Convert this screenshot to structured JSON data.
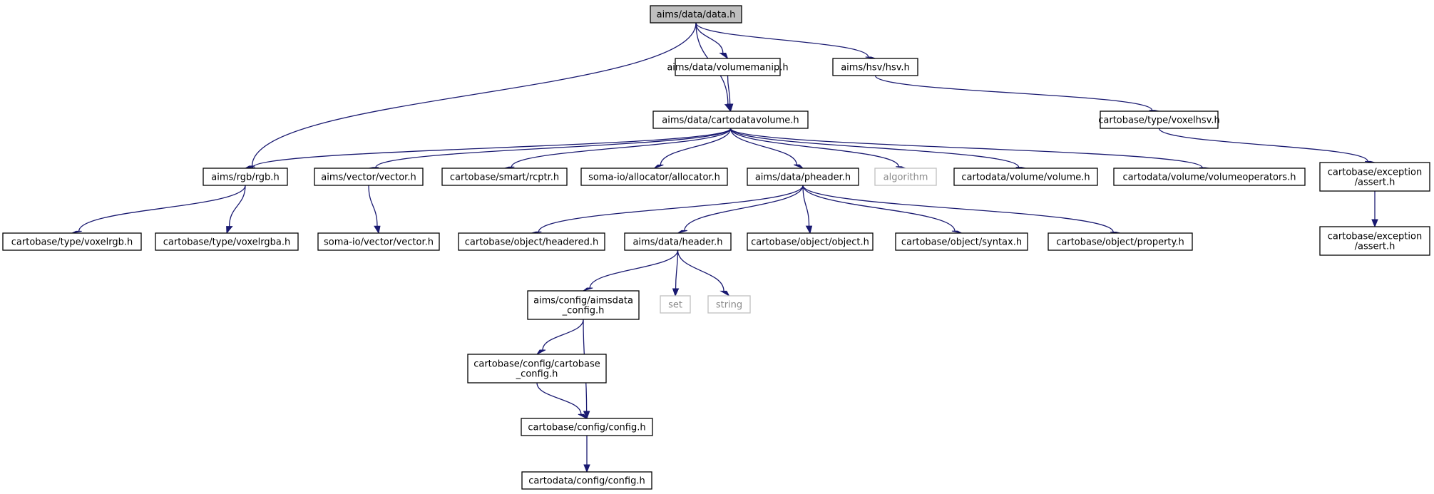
{
  "colors": {
    "edge": "#191970",
    "root_fill": "#bfbfbf",
    "node_border": "#000000",
    "external_border": "#bfbfbf",
    "external_text": "#8a8a8a"
  },
  "nodes": [
    {
      "id": "data_h",
      "lines": [
        "aims/data/data.h"
      ],
      "kind": "root"
    },
    {
      "id": "volumemanip",
      "lines": [
        "aims/data/volumemanip.h"
      ],
      "kind": "normal"
    },
    {
      "id": "hsv",
      "lines": [
        "aims/hsv/hsv.h"
      ],
      "kind": "normal"
    },
    {
      "id": "cartodatavolume",
      "lines": [
        "aims/data/cartodatavolume.h"
      ],
      "kind": "normal"
    },
    {
      "id": "voxelhsv",
      "lines": [
        "cartobase/type/voxelhsv.h"
      ],
      "kind": "normal"
    },
    {
      "id": "rgb",
      "lines": [
        "aims/rgb/rgb.h"
      ],
      "kind": "normal"
    },
    {
      "id": "aimsvector",
      "lines": [
        "aims/vector/vector.h"
      ],
      "kind": "normal"
    },
    {
      "id": "rcptr",
      "lines": [
        "cartobase/smart/rcptr.h"
      ],
      "kind": "normal"
    },
    {
      "id": "allocator",
      "lines": [
        "soma-io/allocator/allocator.h"
      ],
      "kind": "normal"
    },
    {
      "id": "pheader",
      "lines": [
        "aims/data/pheader.h"
      ],
      "kind": "normal"
    },
    {
      "id": "algorithm",
      "lines": [
        "algorithm"
      ],
      "kind": "external"
    },
    {
      "id": "volume",
      "lines": [
        "cartodata/volume/volume.h"
      ],
      "kind": "normal"
    },
    {
      "id": "volumeoperators",
      "lines": [
        "cartodata/volume/volumeoperators.h"
      ],
      "kind": "normal"
    },
    {
      "id": "assert1",
      "lines": [
        "cartobase/exception",
        "/assert.h"
      ],
      "kind": "normal"
    },
    {
      "id": "voxelrgb",
      "lines": [
        "cartobase/type/voxelrgb.h"
      ],
      "kind": "normal"
    },
    {
      "id": "voxelrgba",
      "lines": [
        "cartobase/type/voxelrgba.h"
      ],
      "kind": "normal"
    },
    {
      "id": "somavector",
      "lines": [
        "soma-io/vector/vector.h"
      ],
      "kind": "normal"
    },
    {
      "id": "headered",
      "lines": [
        "cartobase/object/headered.h"
      ],
      "kind": "normal"
    },
    {
      "id": "header",
      "lines": [
        "aims/data/header.h"
      ],
      "kind": "normal"
    },
    {
      "id": "object",
      "lines": [
        "cartobase/object/object.h"
      ],
      "kind": "normal"
    },
    {
      "id": "syntax",
      "lines": [
        "cartobase/object/syntax.h"
      ],
      "kind": "normal"
    },
    {
      "id": "property",
      "lines": [
        "cartobase/object/property.h"
      ],
      "kind": "normal"
    },
    {
      "id": "assert2",
      "lines": [
        "cartobase/exception",
        "/assert.h"
      ],
      "kind": "normal"
    },
    {
      "id": "aimsdata_config",
      "lines": [
        "aims/config/aimsdata",
        "_config.h"
      ],
      "kind": "normal"
    },
    {
      "id": "set",
      "lines": [
        "set"
      ],
      "kind": "external"
    },
    {
      "id": "string",
      "lines": [
        "string"
      ],
      "kind": "external"
    },
    {
      "id": "cartobase_config",
      "lines": [
        "cartobase/config/cartobase",
        "_config.h"
      ],
      "kind": "normal"
    },
    {
      "id": "config",
      "lines": [
        "cartobase/config/config.h"
      ],
      "kind": "normal"
    },
    {
      "id": "cartodata_config",
      "lines": [
        "cartodata/config/config.h"
      ],
      "kind": "normal"
    }
  ],
  "edges": [
    [
      "data_h",
      "volumemanip"
    ],
    [
      "data_h",
      "hsv"
    ],
    [
      "data_h",
      "cartodatavolume"
    ],
    [
      "data_h",
      "rgb"
    ],
    [
      "volumemanip",
      "cartodatavolume"
    ],
    [
      "hsv",
      "voxelhsv"
    ],
    [
      "cartodatavolume",
      "rgb"
    ],
    [
      "cartodatavolume",
      "aimsvector"
    ],
    [
      "cartodatavolume",
      "rcptr"
    ],
    [
      "cartodatavolume",
      "allocator"
    ],
    [
      "cartodatavolume",
      "pheader"
    ],
    [
      "cartodatavolume",
      "algorithm"
    ],
    [
      "cartodatavolume",
      "volume"
    ],
    [
      "cartodatavolume",
      "volumeoperators"
    ],
    [
      "voxelhsv",
      "assert1"
    ],
    [
      "assert1",
      "assert2"
    ],
    [
      "rgb",
      "voxelrgb"
    ],
    [
      "rgb",
      "voxelrgba"
    ],
    [
      "aimsvector",
      "somavector"
    ],
    [
      "pheader",
      "headered"
    ],
    [
      "pheader",
      "header"
    ],
    [
      "pheader",
      "object"
    ],
    [
      "pheader",
      "syntax"
    ],
    [
      "pheader",
      "property"
    ],
    [
      "header",
      "aimsdata_config"
    ],
    [
      "header",
      "set"
    ],
    [
      "header",
      "string"
    ],
    [
      "aimsdata_config",
      "cartobase_config"
    ],
    [
      "aimsdata_config",
      "config"
    ],
    [
      "cartobase_config",
      "config"
    ],
    [
      "config",
      "cartodata_config"
    ]
  ]
}
